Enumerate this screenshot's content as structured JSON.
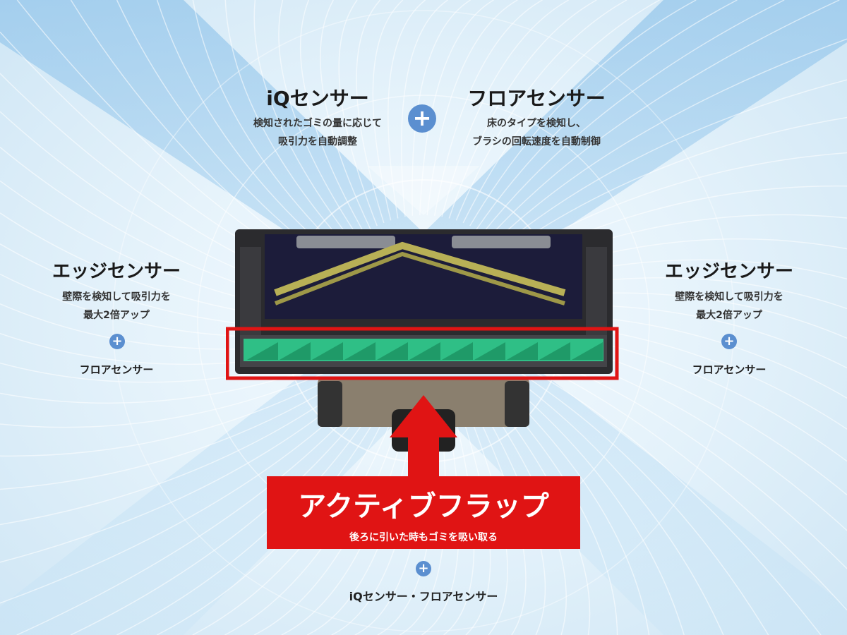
{
  "top_left": {
    "title": "iQセンサー",
    "lines": [
      "検知されたゴミの量に応じて",
      "吸引力を自動調整"
    ]
  },
  "top_right": {
    "title": "フロアセンサー",
    "lines": [
      "床のタイプを検知し、",
      "ブラシの回転速度を自動制御"
    ]
  },
  "left": {
    "title": "エッジセンサー",
    "lines": [
      "壁際を検知して吸引力を",
      "最大2倍アップ"
    ],
    "extra": "フロアセンサー"
  },
  "right": {
    "title": "エッジセンサー",
    "lines": [
      "壁際を検知して吸引力を",
      "最大2倍アップ"
    ],
    "extra": "フロアセンサー"
  },
  "center": {
    "title": "アクティブフラップ",
    "subtitle": "後ろに引いた時もゴミを吸い取る",
    "extra": "iQセンサー・フロアセンサー"
  },
  "plus_symbol": "+",
  "colors": {
    "accent_red": "#e01414",
    "plus_blue": "#5b8fd0",
    "flap_green": "#2fbf86"
  }
}
